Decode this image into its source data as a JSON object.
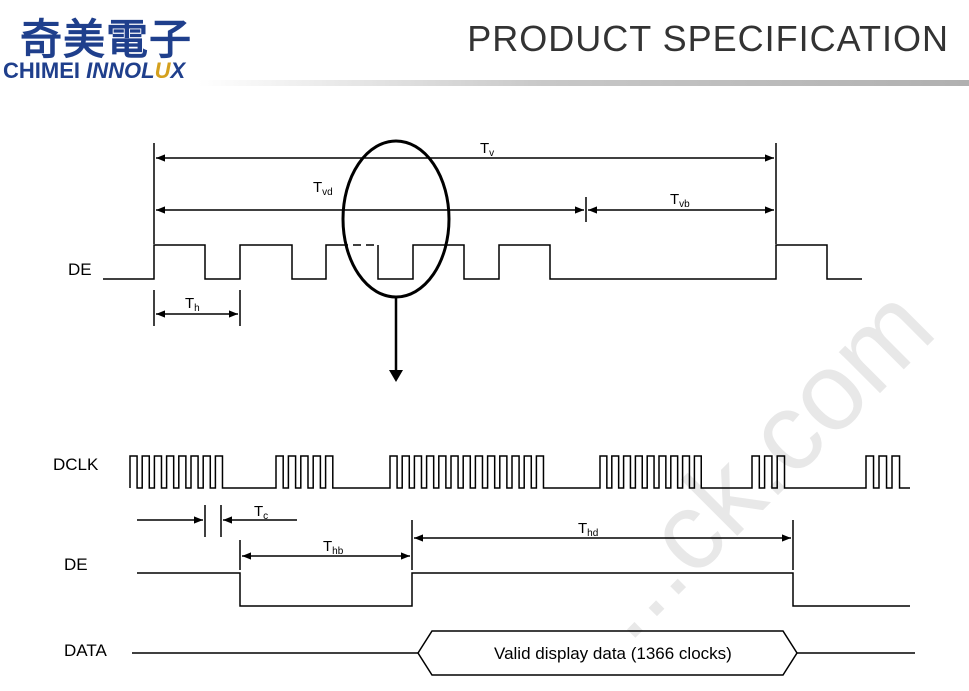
{
  "header": {
    "logo_cn": "奇美電子",
    "logo_en_part1": "CHIMEI",
    "logo_en_part2": "INNOL",
    "logo_en_part3": "U",
    "logo_en_part4": "X",
    "title": "PRODUCT SPECIFICATION"
  },
  "diagram": {
    "top": {
      "de_label": "DE",
      "tv_label": "T",
      "tv_sub": "v",
      "tvd_label": "T",
      "tvd_sub": "vd",
      "tvb_label": "T",
      "tvb_sub": "vb",
      "th_label": "T",
      "th_sub": "h"
    },
    "bottom": {
      "dclk_label": "DCLK",
      "de_label": "DE",
      "data_label": "DATA",
      "tc_label": "T",
      "tc_sub": "c",
      "thb_label": "T",
      "thb_sub": "hb",
      "thd_label": "T",
      "thd_sub": "hd",
      "data_text": "Valid display data (1366 clocks)"
    },
    "watermark": "...ck.com"
  },
  "colors": {
    "brand_blue": "#1f3f8c",
    "brand_gold": "#d4a01e",
    "line": "#000000"
  }
}
